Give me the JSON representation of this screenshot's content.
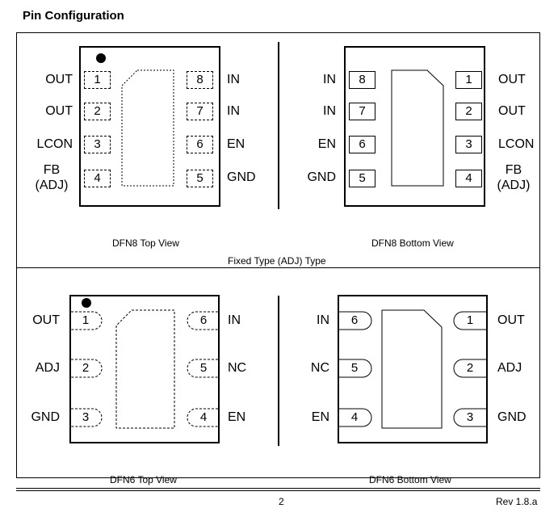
{
  "title": "Pin Configuration",
  "section_caption": "Fixed Type (ADJ) Type",
  "dfn8_top": {
    "caption": "DFN8 Top View",
    "left_pins": [
      {
        "num": "1",
        "label": "OUT"
      },
      {
        "num": "2",
        "label": "OUT"
      },
      {
        "num": "3",
        "label": "LCON"
      },
      {
        "num": "4",
        "label": "FB\n(ADJ)"
      }
    ],
    "right_pins": [
      {
        "num": "8",
        "label": "IN"
      },
      {
        "num": "7",
        "label": "IN"
      },
      {
        "num": "6",
        "label": "EN"
      },
      {
        "num": "5",
        "label": "GND"
      }
    ]
  },
  "dfn8_bottom": {
    "caption": "DFN8 Bottom View",
    "left_pins": [
      {
        "num": "8",
        "label": "IN"
      },
      {
        "num": "7",
        "label": "IN"
      },
      {
        "num": "6",
        "label": "EN"
      },
      {
        "num": "5",
        "label": "GND"
      }
    ],
    "right_pins": [
      {
        "num": "1",
        "label": "OUT"
      },
      {
        "num": "2",
        "label": "OUT"
      },
      {
        "num": "3",
        "label": "LCON"
      },
      {
        "num": "4",
        "label": "FB\n(ADJ)"
      }
    ]
  },
  "dfn6_top": {
    "caption": "DFN6 Top View",
    "left_pins": [
      {
        "num": "1",
        "label": "OUT"
      },
      {
        "num": "2",
        "label": "ADJ"
      },
      {
        "num": "3",
        "label": "GND"
      }
    ],
    "right_pins": [
      {
        "num": "6",
        "label": "IN"
      },
      {
        "num": "5",
        "label": "NC"
      },
      {
        "num": "4",
        "label": "EN"
      }
    ]
  },
  "dfn6_bottom": {
    "caption": "DFN6 Bottom View",
    "left_pins": [
      {
        "num": "6",
        "label": "IN"
      },
      {
        "num": "5",
        "label": "NC"
      },
      {
        "num": "4",
        "label": "EN"
      }
    ],
    "right_pins": [
      {
        "num": "1",
        "label": "OUT"
      },
      {
        "num": "2",
        "label": "ADJ"
      },
      {
        "num": "3",
        "label": "GND"
      }
    ]
  },
  "footer": {
    "page_number": "2",
    "revision": "Rev  1.8.a"
  }
}
